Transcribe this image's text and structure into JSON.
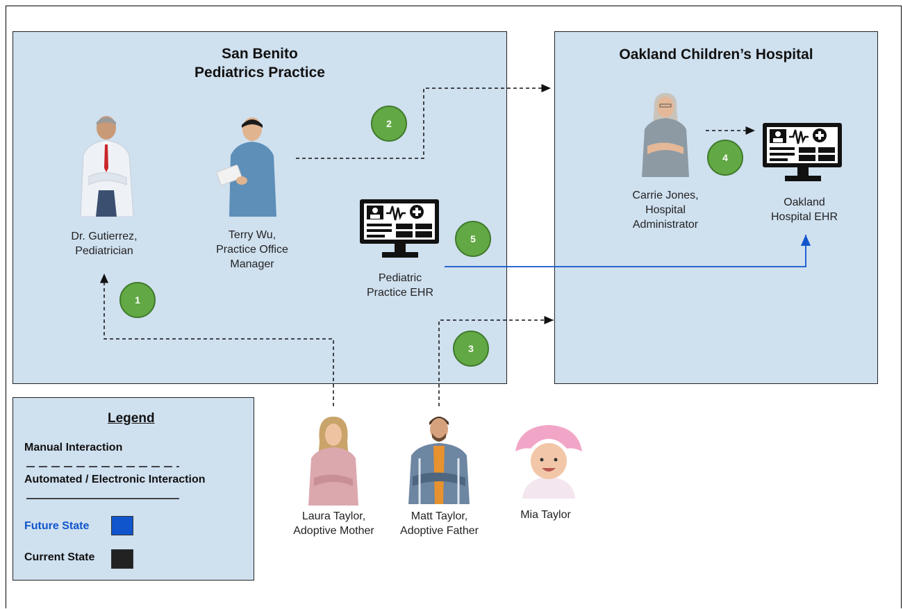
{
  "panels": {
    "practice": {
      "title_line1": "San Benito",
      "title_line2": "Pediatrics Practice"
    },
    "hospital": {
      "title": "Oakland Children’s Hospital"
    }
  },
  "people": {
    "doctor": {
      "label": "Dr. Gutierrez,\nPediatrician",
      "icon": "doctor-photo"
    },
    "manager": {
      "label": "Terry Wu,\nPractice Office\nManager",
      "icon": "office-manager-photo"
    },
    "admin": {
      "label": "Carrie Jones,\nHospital\nAdministrator",
      "icon": "hospital-admin-photo"
    },
    "mother": {
      "label": "Laura Taylor,\nAdoptive Mother",
      "icon": "mother-photo"
    },
    "father": {
      "label": "Matt Taylor,\nAdoptive Father",
      "icon": "father-photo"
    },
    "child": {
      "label": "Mia Taylor",
      "icon": "child-photo"
    }
  },
  "systems": {
    "practice_ehr": {
      "label": "Pediatric\nPractice EHR",
      "icon": "ehr-monitor-icon"
    },
    "hospital_ehr": {
      "label": "Oakland\nHospital EHR",
      "icon": "ehr-monitor-icon"
    }
  },
  "steps": [
    "1",
    "2",
    "3",
    "4",
    "5"
  ],
  "legend": {
    "title": "Legend",
    "manual": "Manual  Interaction",
    "automated": "Automated / Electronic Interaction",
    "future": "Future State",
    "current": "Current State",
    "future_color": "#1155cc",
    "current_color": "#222222"
  },
  "colors": {
    "panel_fill": "#cfe0ef",
    "badge_fill": "#62a844",
    "future_line": "#1155cc"
  }
}
